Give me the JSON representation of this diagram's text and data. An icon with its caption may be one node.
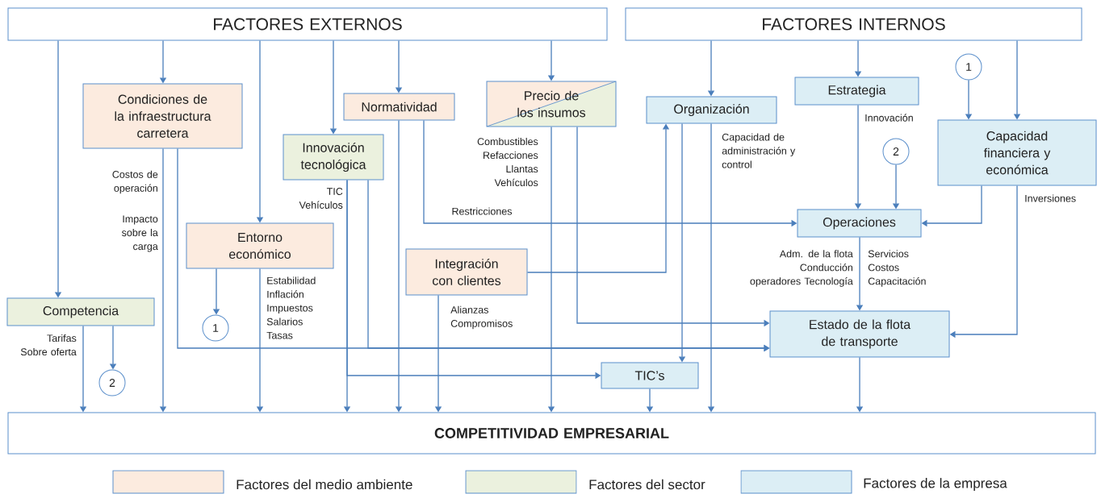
{
  "diagram": {
    "nodes": [
      {
        "text": [
          "FACTORES EXTERNOS"
        ]
      },
      {
        "text": [
          "FACTORES INTERNOS"
        ]
      },
      {
        "text": [
          "Condiciones de la infraestructura carretera"
        ]
      },
      {
        "text": [
          "Normatividad"
        ]
      },
      {
        "text": [
          "Precio de los insumos"
        ]
      },
      {
        "text": [
          "Organización"
        ]
      },
      {
        "text": [
          "Estrategia"
        ]
      },
      {
        "text": [
          "1"
        ]
      },
      {
        "text": [
          "Innovación tecnológica"
        ]
      },
      {
        "text": [
          "Capacidad financiera y económica"
        ]
      },
      {
        "text": [
          "2"
        ]
      },
      {
        "text": [
          "Entorno económico"
        ]
      },
      {
        "text": [
          "Operaciones"
        ]
      },
      {
        "text": [
          "Integración con clientes"
        ]
      },
      {
        "text": [
          "Competencia"
        ]
      },
      {
        "text": [
          "1"
        ]
      },
      {
        "text": [
          "Estado de la flota de transporte"
        ]
      },
      {
        "text": [
          "2"
        ]
      },
      {
        "text": [
          "TIC’s"
        ]
      },
      {
        "text": [
          "COMPETITIVIDAD EMPRESARIAL"
        ]
      }
    ],
    "edges": [
      {
        "from": 0,
        "to": 14,
        "arrow": "to"
      },
      {
        "from": 0,
        "to": 2,
        "arrow": "to"
      },
      {
        "from": 0,
        "to": 11,
        "arrow": "to"
      },
      {
        "from": 0,
        "to": 8,
        "arrow": "to"
      },
      {
        "from": 0,
        "to": 3,
        "arrow": "to"
      },
      {
        "from": 0,
        "to": 4,
        "arrow": "to"
      },
      {
        "from": 1,
        "to": 5,
        "arrow": "to"
      },
      {
        "from": 1,
        "to": 6,
        "arrow": "to"
      },
      {
        "from": 1,
        "to": 9,
        "arrow": "to"
      },
      {
        "from": 7,
        "to": 9,
        "arrow": "to"
      },
      {
        "from": 2,
        "to": 19,
        "arrow": "to",
        "label": "Costos de operación"
      },
      {
        "from": 2,
        "to": 16,
        "arrow": "to"
      },
      {
        "from": 11,
        "to": 15,
        "arrow": "to"
      },
      {
        "from": 11,
        "to": 19,
        "arrow": "to",
        "label": "Estabilidad Inflación Impuestos Salarios Tasas"
      },
      {
        "from": 8,
        "to": 19,
        "arrow": "to",
        "label": "TIC Vehículos"
      },
      {
        "from": 8,
        "to": 18,
        "arrow": "to"
      },
      {
        "from": 8,
        "to": 16,
        "arrow": "to"
      },
      {
        "from": 3,
        "to": 19,
        "arrow": "to"
      },
      {
        "from": 3,
        "to": 12,
        "arrow": "to",
        "label": "Restricciones"
      },
      {
        "from": 4,
        "to": 19,
        "arrow": "to",
        "label": "Combustibles Refacciones Llantas Vehículos"
      },
      {
        "from": 4,
        "to": 16,
        "arrow": "to"
      },
      {
        "from": 5,
        "to": 18,
        "arrow": "to"
      },
      {
        "from": 5,
        "to": 19,
        "arrow": "to",
        "label": "Capacidad de administración y control"
      },
      {
        "from": 13,
        "to": 5,
        "arrow": "to"
      },
      {
        "from": 13,
        "to": 19,
        "arrow": "to",
        "label": "Alianzas Compromisos"
      },
      {
        "from": 14,
        "to": 19,
        "arrow": "to",
        "label": "Tarifas Sobre oferta"
      },
      {
        "from": 14,
        "to": 17,
        "arrow": "to"
      },
      {
        "from": 6,
        "to": 12,
        "arrow": "to",
        "label": "Innovación"
      },
      {
        "from": 10,
        "to": 12,
        "arrow": "to"
      },
      {
        "from": 9,
        "to": 12,
        "arrow": "to"
      },
      {
        "from": 9,
        "to": 16,
        "arrow": "to",
        "label": "Inversiones"
      },
      {
        "from": 12,
        "to": 16,
        "arrow": "to",
        "label": "Adm. de la flota Conducción operadores Tecnología"
      },
      {
        "from": 16,
        "to": 19,
        "arrow": "to"
      },
      {
        "from": 18,
        "to": 19,
        "arrow": "to"
      }
    ],
    "labels": [
      "Impacto sobre la carga",
      "Servicios Costos Capacitación"
    ],
    "legend": [
      {
        "text": "Factores del medio ambiente",
        "color": "#fcebdf"
      },
      {
        "text": "Factores del sector",
        "color": "#ebf1de"
      },
      {
        "text": "Factores de la empresa",
        "color": "#dceef5"
      }
    ]
  }
}
